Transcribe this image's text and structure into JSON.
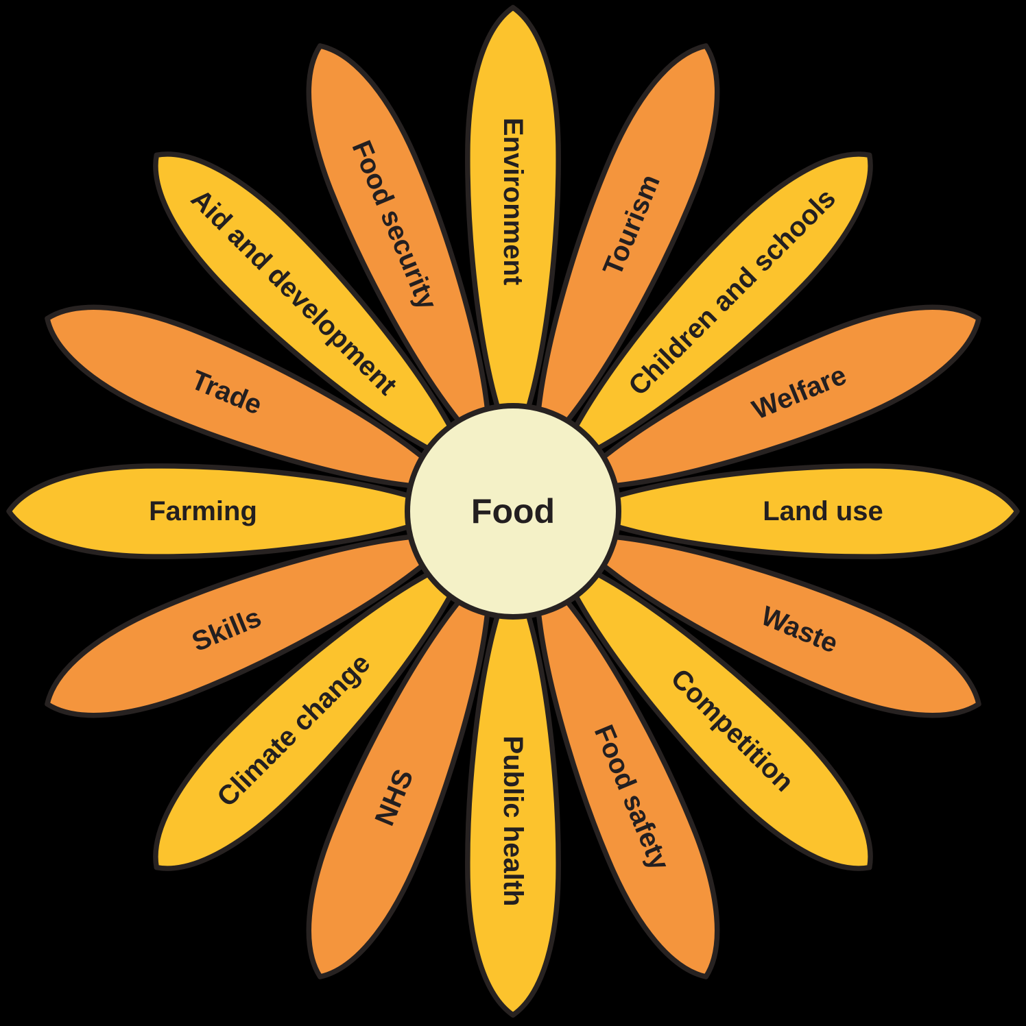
{
  "diagram": {
    "center_label": "Food",
    "petals": [
      {
        "label": "Environment",
        "tone": "yellow"
      },
      {
        "label": "Tourism",
        "tone": "orange"
      },
      {
        "label": "Children and schools",
        "tone": "yellow"
      },
      {
        "label": "Welfare",
        "tone": "orange"
      },
      {
        "label": "Land use",
        "tone": "yellow"
      },
      {
        "label": "Waste",
        "tone": "orange"
      },
      {
        "label": "Competition",
        "tone": "yellow"
      },
      {
        "label": "Food safety",
        "tone": "orange"
      },
      {
        "label": "Public health",
        "tone": "yellow"
      },
      {
        "label": "NHS",
        "tone": "orange"
      },
      {
        "label": "Climate change",
        "tone": "yellow"
      },
      {
        "label": "Skills",
        "tone": "orange"
      },
      {
        "label": "Farming",
        "tone": "yellow"
      },
      {
        "label": "Trade",
        "tone": "orange"
      },
      {
        "label": "Aid and development",
        "tone": "yellow"
      },
      {
        "label": "Food security",
        "tone": "orange"
      }
    ],
    "colors": {
      "yellow": "#FCC32D",
      "orange": "#F4953D",
      "center_fill": "#F4F1C7",
      "outline": "#272221",
      "text": "#231F20",
      "background": "#000000"
    }
  }
}
